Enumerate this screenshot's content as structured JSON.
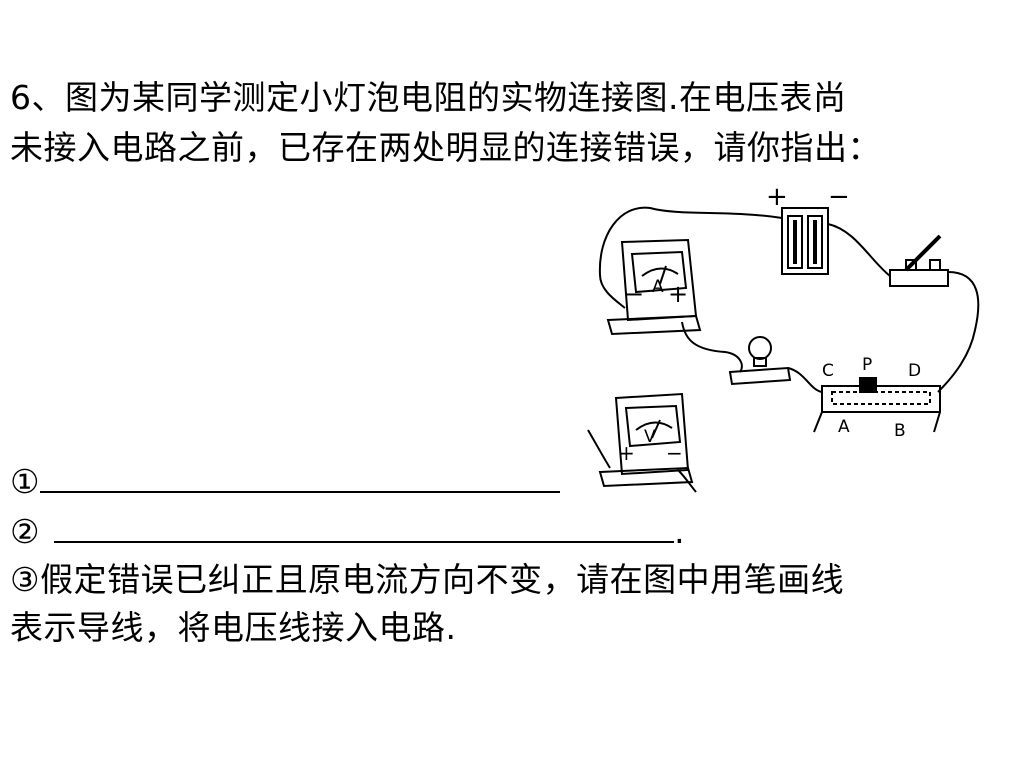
{
  "question": {
    "line1": "6、图为某同学测定小灯泡电阻的实物连接图.在电压表尚",
    "line2": "未接入电路之前，已存在两处明显的连接错误，请你指出：",
    "item1_mark": "①",
    "item2_mark": "②",
    "item2_end": ".",
    "item3": "③假定错误已纠正且原电流方向不变，请在图中用笔画线",
    "item4": "表示导线，将电压线接入电路."
  },
  "diagram": {
    "battery_plus": "+",
    "battery_minus": "−",
    "ammeter_symbol": "A",
    "ammeter_minus": "−",
    "ammeter_plus": "+",
    "voltmeter_symbol": "V",
    "voltmeter_plus": "+",
    "voltmeter_minus": "−",
    "rheostat_c": "C",
    "rheostat_p": "P",
    "rheostat_d": "D",
    "rheostat_a": "A",
    "rheostat_b": "B"
  }
}
